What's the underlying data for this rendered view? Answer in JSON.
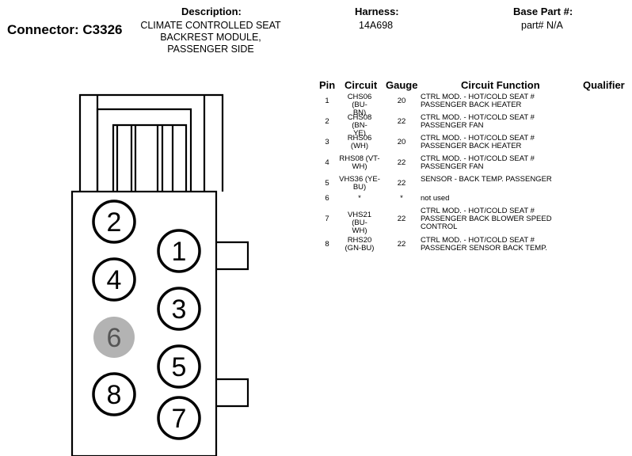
{
  "header": {
    "connector": "Connector: C3326",
    "description_label": "Description:",
    "description_lines": [
      "CLIMATE CONTROLLED SEAT",
      "BACKREST MODULE,",
      "PASSENGER SIDE"
    ],
    "harness_label": "Harness:",
    "harness_value": "14A698",
    "base_part_label": "Base Part #:",
    "base_part_value": "part# N/A"
  },
  "table": {
    "columns": {
      "pin": "Pin",
      "circuit": "Circuit",
      "gauge": "Gauge",
      "function": "Circuit Function",
      "qualifier": "Qualifier"
    },
    "rows": [
      {
        "pin": "1",
        "circuit": [
          "CHS06 (BU-",
          "BN)"
        ],
        "gauge": "20",
        "function": [
          "CTRL MOD. - HOT/COLD SEAT #",
          "PASSENGER BACK HEATER"
        ]
      },
      {
        "pin": "2",
        "circuit": [
          "CHS08 (BN-",
          "YE)"
        ],
        "gauge": "22",
        "function": [
          "CTRL MOD. - HOT/COLD SEAT #",
          "PASSENGER FAN"
        ]
      },
      {
        "pin": "3",
        "circuit": [
          "RHS06",
          "(WH)"
        ],
        "gauge": "20",
        "function": [
          "CTRL MOD. - HOT/COLD SEAT #",
          "PASSENGER BACK HEATER"
        ]
      },
      {
        "pin": "4",
        "circuit": [
          "RHS08 (VT-",
          "WH)"
        ],
        "gauge": "22",
        "function": [
          "CTRL MOD. - HOT/COLD SEAT #",
          "PASSENGER FAN"
        ]
      },
      {
        "pin": "5",
        "circuit": [
          "VHS36 (YE-",
          "BU)"
        ],
        "gauge": "22",
        "function": [
          "SENSOR - BACK TEMP. PASSENGER"
        ]
      },
      {
        "pin": "6",
        "circuit": [
          "*"
        ],
        "gauge": "*",
        "function": [
          "not used"
        ]
      },
      {
        "pin": "7",
        "circuit": [
          "VHS21 (BU-",
          "WH)"
        ],
        "gauge": "22",
        "function": [
          "CTRL MOD. - HOT/COLD SEAT #",
          "PASSENGER BACK BLOWER SPEED",
          "CONTROL"
        ]
      },
      {
        "pin": "8",
        "circuit": [
          "RHS20",
          "(GN-BU)"
        ],
        "gauge": "22",
        "function": [
          "CTRL MOD. - HOT/COLD SEAT #",
          "PASSENGER SENSOR BACK TEMP."
        ]
      }
    ]
  },
  "diagram": {
    "pins": [
      {
        "label": "2",
        "used": true
      },
      {
        "label": "1",
        "used": true
      },
      {
        "label": "4",
        "used": true
      },
      {
        "label": "3",
        "used": true
      },
      {
        "label": "6",
        "used": false
      },
      {
        "label": "5",
        "used": true
      },
      {
        "label": "8",
        "used": true
      },
      {
        "label": "7",
        "used": true
      }
    ],
    "unused_pin_color": "#b3b3b3"
  }
}
